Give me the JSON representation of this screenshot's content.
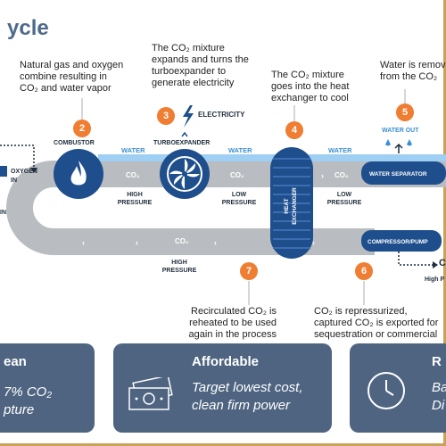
{
  "title": "ycle",
  "steps": [
    {
      "num": "2",
      "text": [
        "Natural gas and oxygen",
        "combine resulting in",
        "CO₂ and water vapor"
      ]
    },
    {
      "num": "3",
      "text": [
        "The CO₂ mixture",
        "expands and turns the",
        "turboexpander to",
        "generate electricity"
      ]
    },
    {
      "num": "4",
      "text": [
        "The CO₂ mixture",
        "goes into the heat",
        "exchanger to cool"
      ]
    },
    {
      "num": "5",
      "text": [
        "Water is remov",
        "from the CO₂"
      ]
    },
    {
      "num": "6",
      "text": [
        "CO₂ is repressurized,",
        "captured CO₂ is exported for",
        "sequestration or commercial"
      ]
    },
    {
      "num": "7",
      "text": [
        "Recirculated CO₂ is",
        "reheated to be used",
        "again in the process"
      ]
    }
  ],
  "labels": {
    "electricity": "ELECTRICITY",
    "combustor": "COMBUSTOR",
    "turboexpander": "TURBOEXPANDER",
    "oxygen": "OXYGEN",
    "in": "IN",
    "in_left": "IN",
    "water_out": "WATER OUT",
    "water": "WATER",
    "water_separator": "WATER SEPARATOR",
    "heat_exchanger": "HEAT EXCHANGER",
    "compressor_pump": "COMPRESSOR/PUMP",
    "co2": "CO₂",
    "high_pressure": "HIGH PRESSURE",
    "low_pressure": "LOW PRESSURE",
    "high_p_partial": "High P",
    "co2_out_partial": "C"
  },
  "cards": [
    {
      "title": "ean",
      "text": [
        "7% CO₂",
        "pture"
      ]
    },
    {
      "title": "Affordable",
      "text": [
        "Target lowest cost,",
        "clean firm power"
      ]
    },
    {
      "title": "R",
      "text": [
        "Ba",
        "Di"
      ]
    }
  ],
  "colors": {
    "accent": "#ef7d32",
    "navy": "#1e4e8c",
    "pipe": "#b9bcc0",
    "water": "#3a8fd6",
    "card": "#4e6480",
    "title": "#4d6a8c"
  }
}
